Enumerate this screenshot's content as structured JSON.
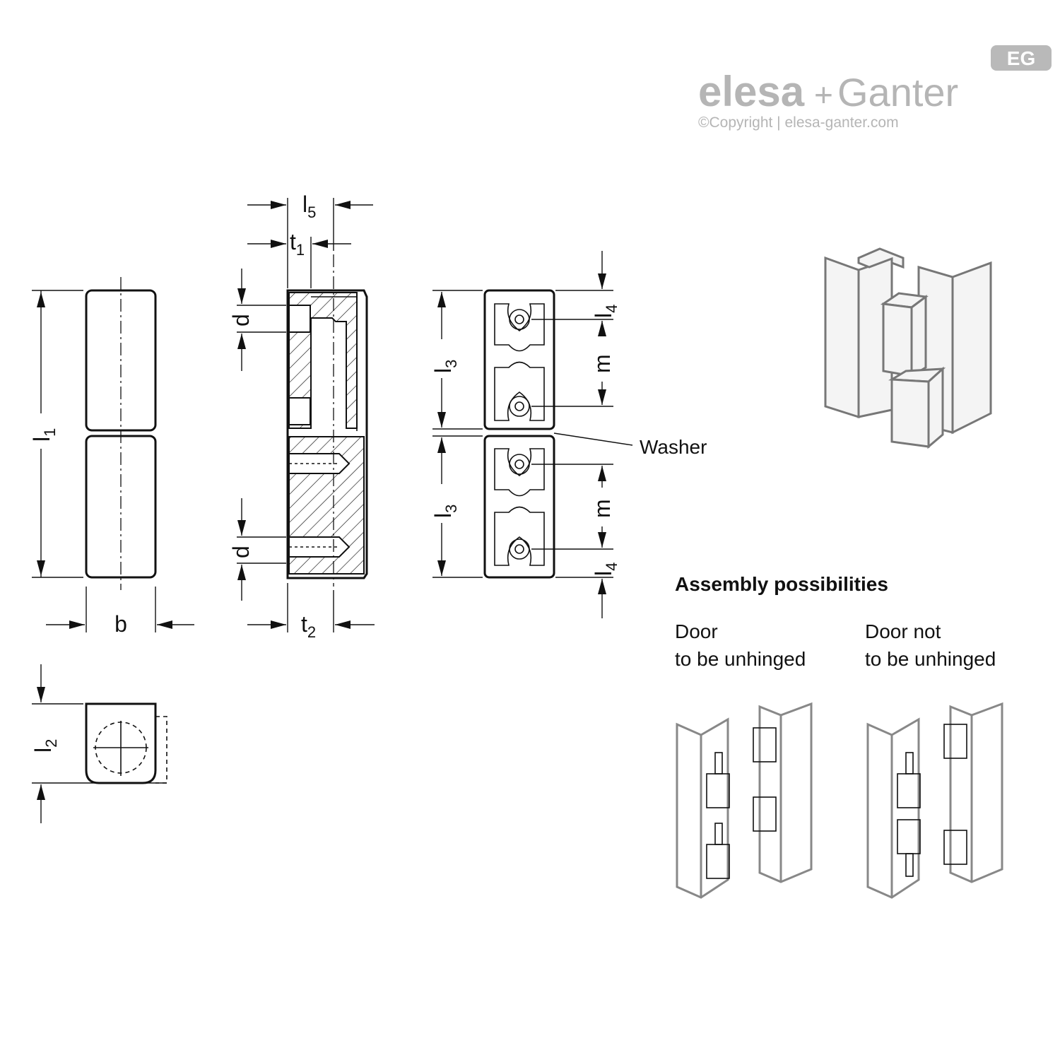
{
  "logo": {
    "brand_left": "elesa",
    "brand_plus": "+",
    "brand_right": "Ganter",
    "badge": "EG",
    "copyright": "©Copyright | elesa-ganter.com",
    "color": "#b5b5b5"
  },
  "labels": {
    "l1": "l",
    "l1_sub": "1",
    "l2": "l",
    "l2_sub": "2",
    "l3_top": "l",
    "l3_top_sub": "3",
    "l3_bottom": "l",
    "l3_bottom_sub": "3",
    "l4_top": "l",
    "l4_top_sub": "4",
    "l4_bottom": "l",
    "l4_bottom_sub": "4",
    "l5": "l",
    "l5_sub": "5",
    "t1": "t",
    "t1_sub": "1",
    "t2": "t",
    "t2_sub": "2",
    "b": "b",
    "d_top": "d",
    "d_bottom": "d",
    "m_top": "m",
    "m_bottom": "m",
    "washer": "Washer"
  },
  "assembly": {
    "title": "Assembly possibilities",
    "option1_line1": "Door",
    "option1_line2": "to be unhinged",
    "option2_line1": "Door not",
    "option2_line2": "to be unhinged"
  }
}
